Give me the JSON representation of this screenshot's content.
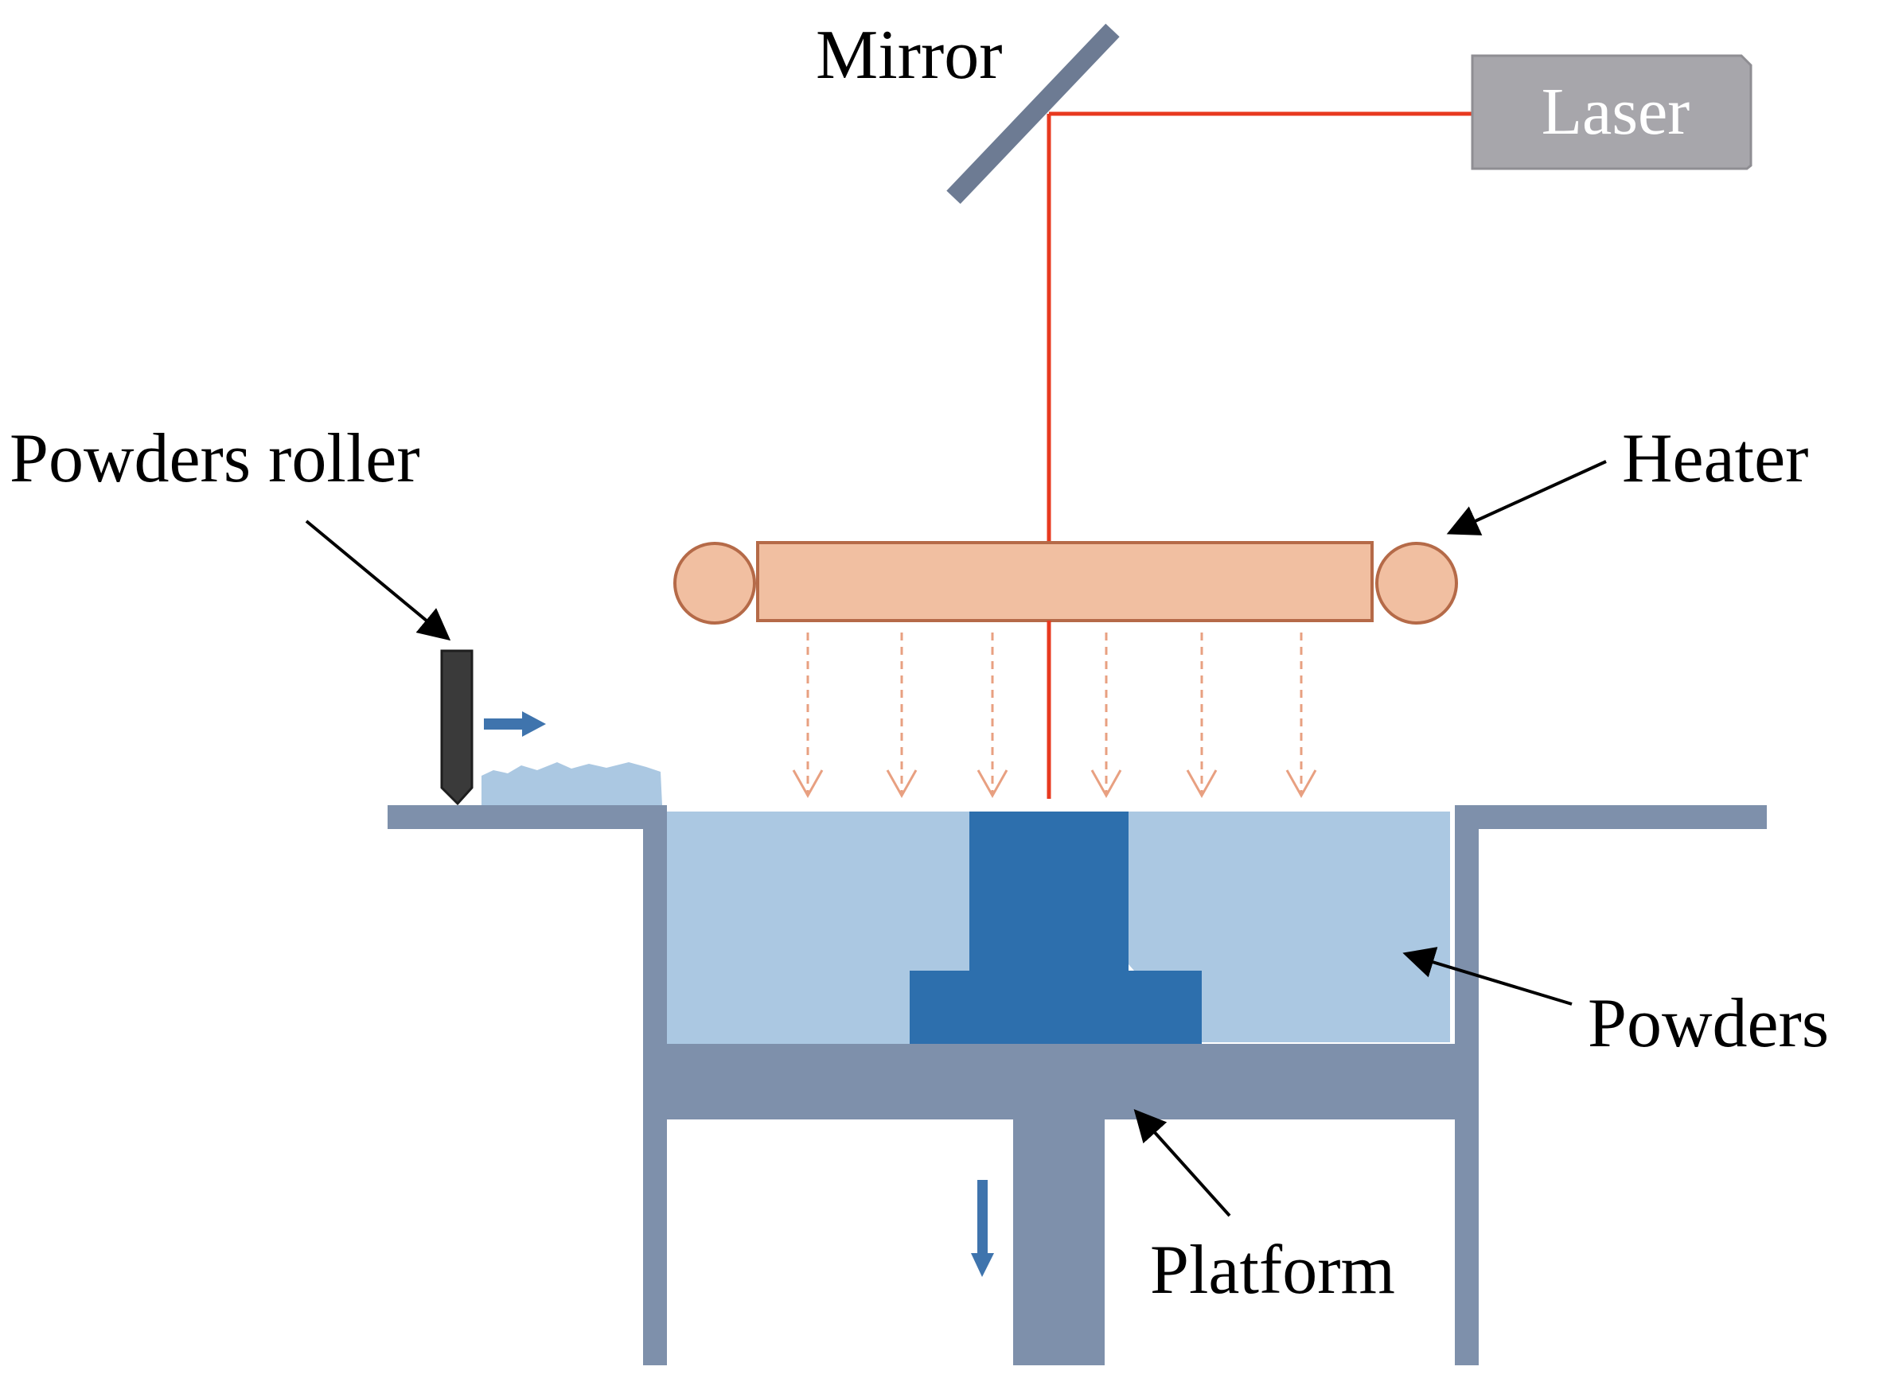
{
  "labels": {
    "mirror": "Mirror",
    "laser": "Laser",
    "heater": "Heater",
    "roller": "Powders roller",
    "powders": "Powders",
    "platform": "Platform"
  },
  "colors": {
    "laser_beam": "#e8391f",
    "laser_box": "#a7a6ab",
    "mirror": "#6d7b93",
    "heater_fill": "#f1bfa1",
    "heater_stroke": "#b56a48",
    "heat_arrows": "#e8a081",
    "powder_light": "#abc8e2",
    "part_dark": "#2d6fad",
    "frame": "#7e90ab",
    "roller": "#3a3a3a",
    "motion_arrow": "#3f74ad"
  }
}
